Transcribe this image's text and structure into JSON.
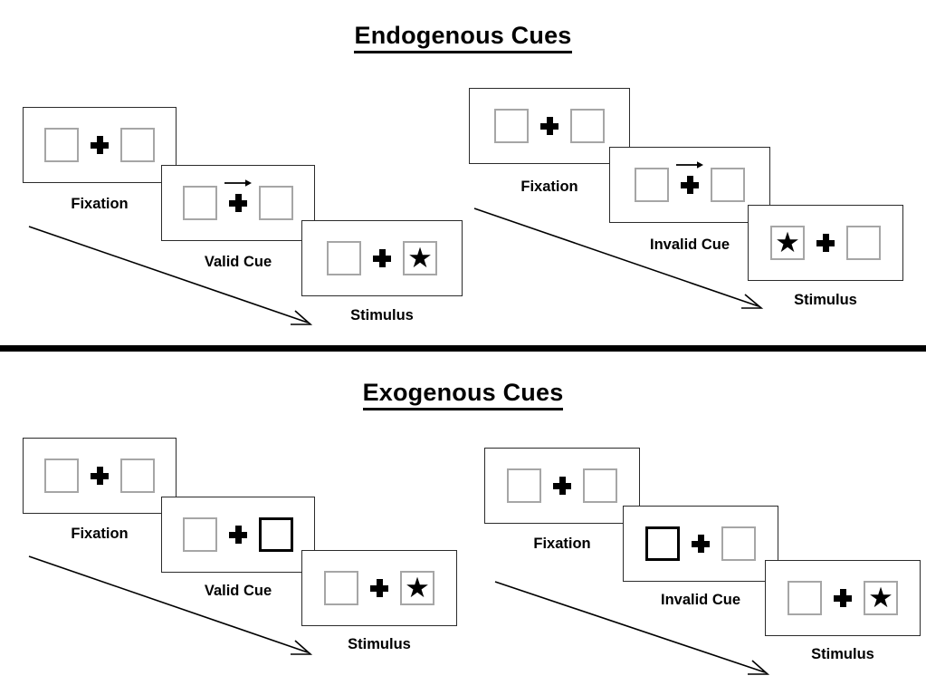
{
  "figure": {
    "sections": [
      {
        "id": "endogenous",
        "title": "Endogenous Cues",
        "cue_type": "central-arrow",
        "trials": [
          {
            "id": "endogenous-valid",
            "validity": "valid",
            "screens": [
              {
                "name": "fixation",
                "label": "Fixation",
                "left_box": "empty",
                "right_box": "empty",
                "center": "plus",
                "cue": "none"
              },
              {
                "name": "cue",
                "label": "Valid Cue",
                "left_box": "empty",
                "right_box": "empty",
                "center": "plus",
                "cue": "arrow-right-icon"
              },
              {
                "name": "stimulus",
                "label": "Stimulus",
                "left_box": "empty",
                "right_box": "star",
                "center": "plus",
                "cue": "none"
              }
            ]
          },
          {
            "id": "endogenous-invalid",
            "validity": "invalid",
            "screens": [
              {
                "name": "fixation",
                "label": "Fixation",
                "left_box": "empty",
                "right_box": "empty",
                "center": "plus",
                "cue": "none"
              },
              {
                "name": "cue",
                "label": "Invalid Cue",
                "left_box": "empty",
                "right_box": "empty",
                "center": "plus",
                "cue": "arrow-right-icon"
              },
              {
                "name": "stimulus",
                "label": "Stimulus",
                "left_box": "star",
                "right_box": "empty",
                "center": "plus",
                "cue": "none"
              }
            ]
          }
        ]
      },
      {
        "id": "exogenous",
        "title": "Exogenous Cues",
        "cue_type": "peripheral-box-flash",
        "trials": [
          {
            "id": "exogenous-valid",
            "validity": "valid",
            "screens": [
              {
                "name": "fixation",
                "label": "Fixation",
                "left_box": "empty",
                "right_box": "empty",
                "center": "plus",
                "cue": "none"
              },
              {
                "name": "cue",
                "label": "Valid Cue",
                "left_box": "empty",
                "right_box": "cued",
                "center": "plus",
                "cue": "box-highlight-right"
              },
              {
                "name": "stimulus",
                "label": "Stimulus",
                "left_box": "empty",
                "right_box": "star",
                "center": "plus",
                "cue": "none"
              }
            ]
          },
          {
            "id": "exogenous-invalid",
            "validity": "invalid",
            "screens": [
              {
                "name": "fixation",
                "label": "Fixation",
                "left_box": "empty",
                "right_box": "empty",
                "center": "plus",
                "cue": "none"
              },
              {
                "name": "cue",
                "label": "Invalid Cue",
                "left_box": "cued",
                "right_box": "empty",
                "center": "plus",
                "cue": "box-highlight-left"
              },
              {
                "name": "stimulus",
                "label": "Stimulus",
                "left_box": "empty",
                "right_box": "star",
                "center": "plus",
                "cue": "none"
              }
            ]
          }
        ]
      }
    ],
    "glyphs": {
      "star": "★",
      "fixation_cross": "plus-icon",
      "time_arrow": "diagonal-arrow-icon"
    },
    "colors": {
      "ink": "#000000",
      "frame_border": "#2b2b2b",
      "box_border": "#a6a6a6",
      "box_border_cued": "#000000",
      "background": "#ffffff"
    }
  }
}
